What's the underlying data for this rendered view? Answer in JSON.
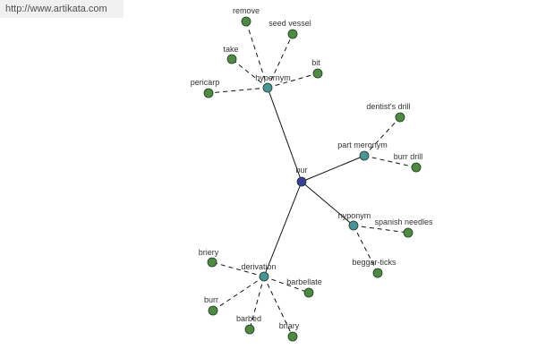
{
  "watermark": "http://www.artikata.com",
  "colors": {
    "root": "#3a3f9a",
    "category": "#4a9398",
    "leaf": "#4f8a44"
  },
  "graph": {
    "root": {
      "id": "bur",
      "label": "bur"
    },
    "groups": [
      {
        "id": "hypernym",
        "label": "hypernym",
        "children": [
          "remove",
          "seed vessel",
          "take",
          "bit",
          "pericarp"
        ]
      },
      {
        "id": "part-meronym",
        "label": "part meronym",
        "children": [
          "dentist's drill",
          "burr drill"
        ]
      },
      {
        "id": "hyponym",
        "label": "hyponym",
        "children": [
          "spanish needles",
          "beggar-ticks"
        ]
      },
      {
        "id": "derivation",
        "label": "derivation",
        "children": [
          "briery",
          "barbellate",
          "burr",
          "barbed",
          "briary"
        ]
      }
    ]
  }
}
